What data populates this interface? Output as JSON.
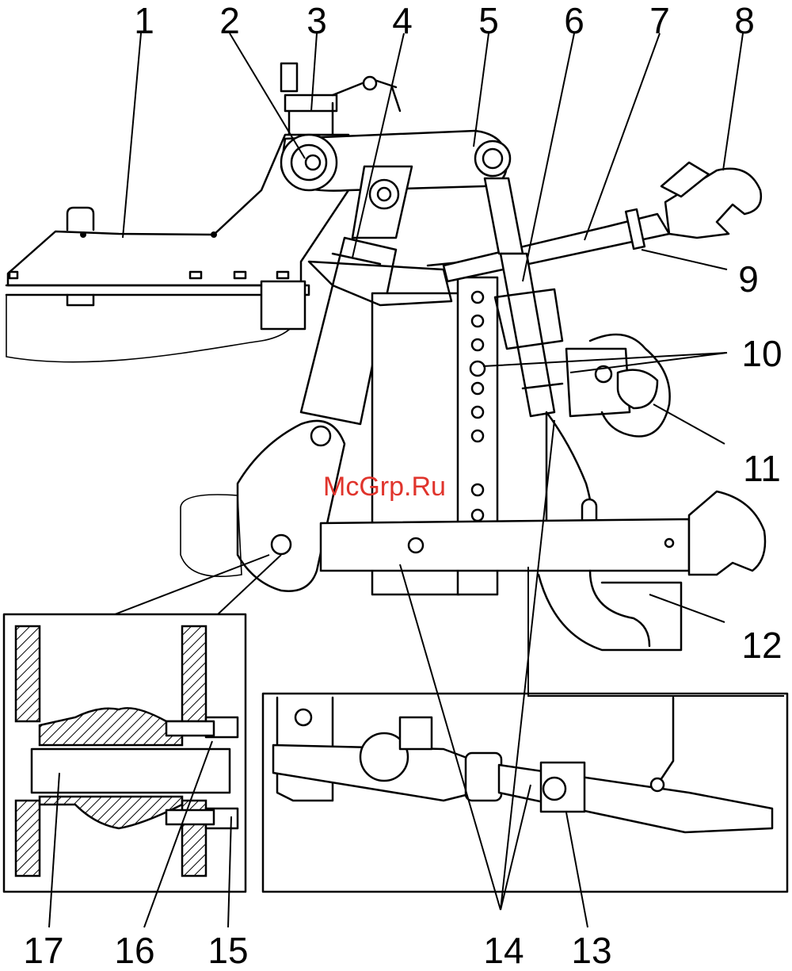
{
  "watermark": "McGrp.Ru",
  "callouts": [
    "1",
    "2",
    "3",
    "4",
    "5",
    "6",
    "7",
    "8",
    "9",
    "10",
    "11",
    "12",
    "13",
    "14",
    "15",
    "16",
    "17"
  ]
}
